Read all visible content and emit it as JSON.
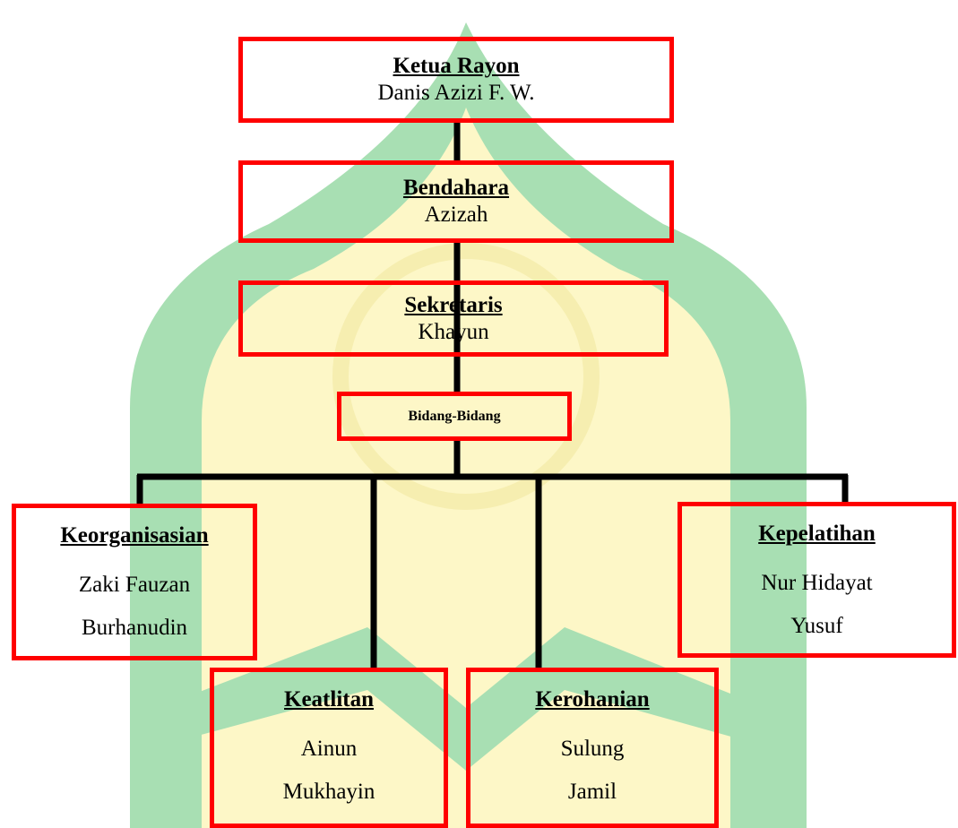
{
  "watermark": {
    "color_light": "#fdf7c7",
    "color_green": "#a8dfb3"
  },
  "chart": {
    "ketua": {
      "title": "Ketua Rayon",
      "names": [
        "Danis Azizi F. W."
      ]
    },
    "bendahara": {
      "title": "Bendahara",
      "names": [
        "Azizah"
      ]
    },
    "sekretaris": {
      "title": "Sekretaris",
      "names": [
        "Khayun"
      ]
    },
    "bidang": {
      "title": "Bidang-Bidang"
    },
    "divisions": {
      "keorganisasian": {
        "title": "Keorganisasian",
        "names": [
          "Zaki Fauzan",
          "Burhanudin"
        ]
      },
      "keatlitan": {
        "title": "Keatlitan",
        "names": [
          "Ainun",
          "Mukhayin"
        ]
      },
      "kerohanian": {
        "title": "Kerohanian",
        "names": [
          "Sulung",
          "Jamil"
        ]
      },
      "kepelatihan": {
        "title": "Kepelatihan",
        "names": [
          "Nur Hidayat",
          "Yusuf"
        ]
      }
    }
  }
}
